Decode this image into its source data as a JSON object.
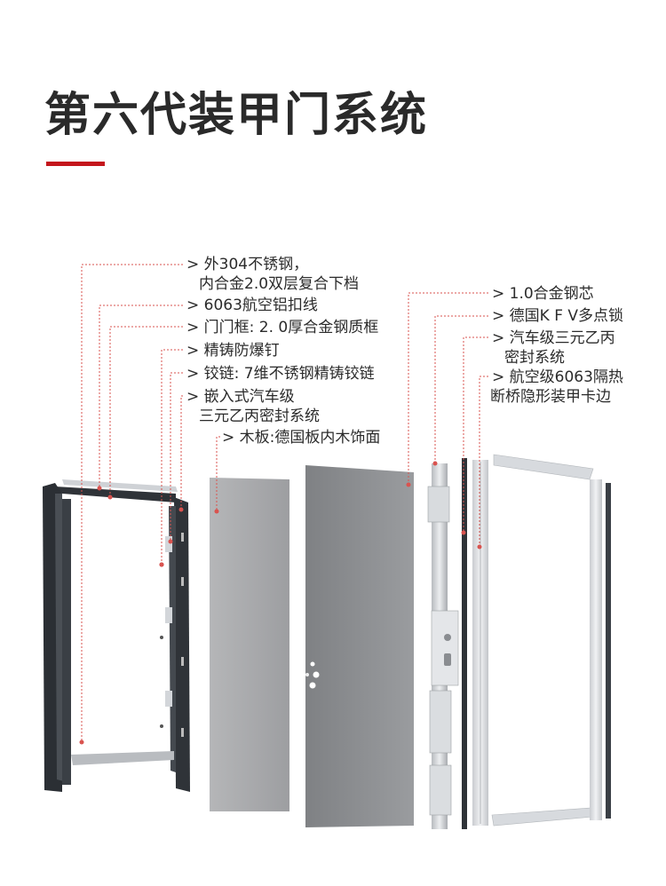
{
  "header": {
    "title": "第六代装甲门系统"
  },
  "callouts": {
    "left": [
      {
        "id": "outer-steel",
        "lines": [
          "> 外304不锈钢，",
          "内合金2.0双层复合下档"
        ]
      },
      {
        "id": "aluminum-line",
        "lines": [
          "> 6063航空铝扣线"
        ]
      },
      {
        "id": "door-frame",
        "lines": [
          "> 门门框: 2. 0厚合金钢质框"
        ]
      },
      {
        "id": "cast-nail",
        "lines": [
          "> 精铸防爆钉"
        ]
      },
      {
        "id": "hinge",
        "lines": [
          "> 铰链: 7维不锈钢精铸铰链"
        ]
      },
      {
        "id": "embedded-seal",
        "lines": [
          "> 嵌入式汽车级",
          "三元乙丙密封系统"
        ]
      },
      {
        "id": "wood-panel",
        "lines": [
          "> 木板:德国板内木饰面"
        ]
      }
    ],
    "right": [
      {
        "id": "steel-core",
        "lines": [
          "> 1.0合金钢芯"
        ]
      },
      {
        "id": "kfv-lock",
        "lines": [
          "> 德国K F V多点锁"
        ]
      },
      {
        "id": "auto-seal",
        "lines": [
          "> 汽车级三元乙丙",
          "密封系统"
        ]
      },
      {
        "id": "thermal-break",
        "lines": [
          "> 航空级6063隔热",
          "断桥隐形装甲卡边"
        ]
      }
    ]
  },
  "colors": {
    "accent": "#c4161c",
    "leader": "#d9534f",
    "frame_dark": "#2f3338",
    "panel_gray": "#a9aaac",
    "door_gray": "#8f9194",
    "aluminum": "#dcdfe2"
  }
}
